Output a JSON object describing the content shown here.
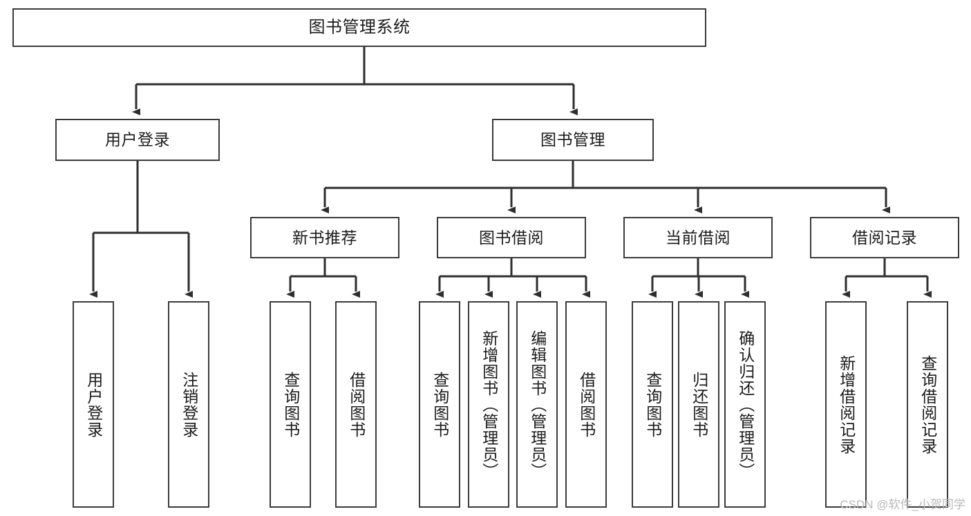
{
  "diagram": {
    "title": "图书管理系统",
    "type": "tree-hierarchy-diagram",
    "colors": {
      "box_border": "#3a3a3a",
      "connector": "#2e2e2e",
      "background": "#ffffff",
      "text": "#1b1b1b",
      "watermark": "#b9b9b9"
    },
    "root": {
      "label": "图书管理系统"
    },
    "level2": [
      {
        "label": "用户登录"
      },
      {
        "label": "图书管理"
      }
    ],
    "level3": [
      {
        "label": "新书推荐"
      },
      {
        "label": "图书借阅"
      },
      {
        "label": "当前借阅"
      },
      {
        "label": "借阅记录"
      }
    ],
    "leaves": {
      "user_login": [
        {
          "label": "用户登录"
        },
        {
          "label": "注销登录"
        }
      ],
      "new_book_recommend": [
        {
          "label": "查询图书"
        },
        {
          "label": "借阅图书"
        }
      ],
      "book_borrow": [
        {
          "label": "查询图书"
        },
        {
          "label": "新增图书（管理员）"
        },
        {
          "label": "编辑图书（管理员）"
        },
        {
          "label": "借阅图书"
        }
      ],
      "current_borrow": [
        {
          "label": "查询图书"
        },
        {
          "label": "归还图书"
        },
        {
          "label": "确认归还（管理员）"
        }
      ],
      "borrow_record": [
        {
          "label": "新增借阅记录"
        },
        {
          "label": "查询借阅记录"
        }
      ]
    }
  },
  "watermark": {
    "text": "CSDN @软件_小贺同学"
  }
}
